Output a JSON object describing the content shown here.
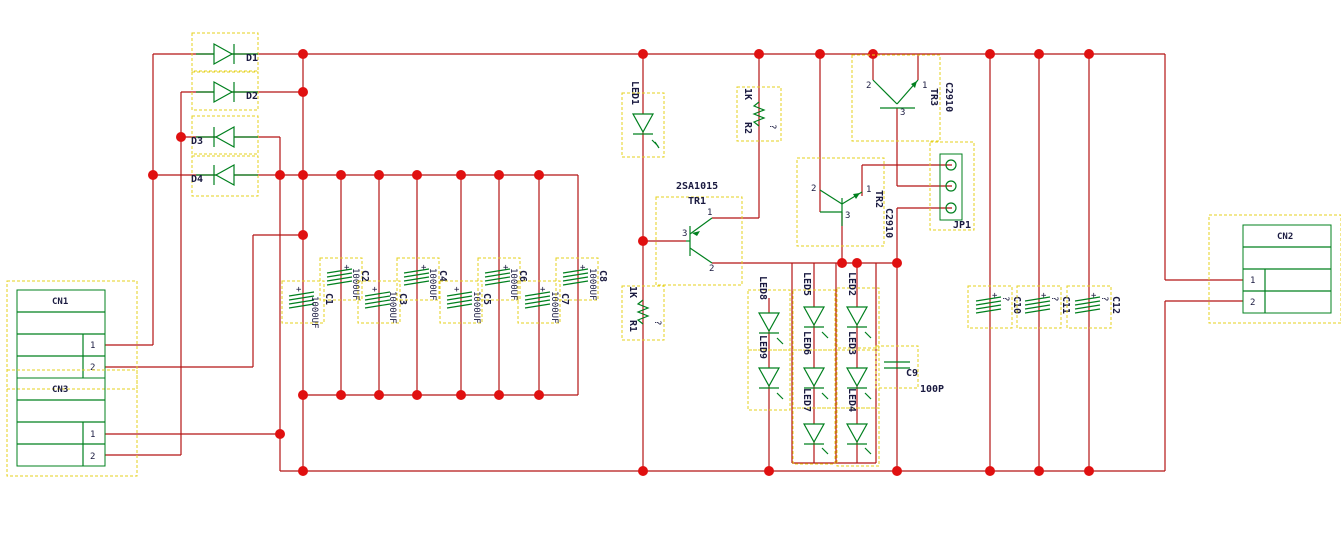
{
  "connectors": {
    "cn1": {
      "label": "CN1",
      "pins": [
        "1",
        "2"
      ]
    },
    "cn3": {
      "label": "CN3",
      "pins": [
        "1",
        "2"
      ]
    },
    "cn2": {
      "label": "CN2",
      "pins": [
        "1",
        "2"
      ]
    },
    "jp1": {
      "label": "JP1"
    }
  },
  "diodes": [
    "D1",
    "D2",
    "D3",
    "D4"
  ],
  "capacitors": [
    {
      "ref": "C1",
      "value": "1000UF"
    },
    {
      "ref": "C2",
      "value": "1000UF"
    },
    {
      "ref": "C3",
      "value": "1000UF"
    },
    {
      "ref": "C4",
      "value": "1000UF"
    },
    {
      "ref": "C5",
      "value": "1000UF"
    },
    {
      "ref": "C6",
      "value": "1000UF"
    },
    {
      "ref": "C7",
      "value": "1000UF"
    },
    {
      "ref": "C8",
      "value": "1000UF"
    }
  ],
  "output_caps": [
    {
      "ref": "C10",
      "value": "?"
    },
    {
      "ref": "C11",
      "value": "?"
    },
    {
      "ref": "C12",
      "value": "?"
    }
  ],
  "c9": {
    "ref": "C9",
    "value": "100P"
  },
  "resistors": {
    "r1": {
      "ref": "R1",
      "value": "1K",
      "extra": "?"
    },
    "r2": {
      "ref": "R2",
      "value": "1K",
      "extra": "?"
    }
  },
  "transistors": {
    "tr1": {
      "ref": "TR1",
      "part": "2SA1015",
      "pins": [
        "1",
        "2",
        "3"
      ]
    },
    "tr2": {
      "ref": "TR2",
      "part": "C2910",
      "pins": [
        "1",
        "2",
        "3"
      ]
    },
    "tr3": {
      "ref": "TR3",
      "part": "C2910",
      "pins": [
        "1",
        "2",
        "3"
      ]
    }
  },
  "leds": [
    "LED1",
    "LED2",
    "LED3",
    "LED4",
    "LED5",
    "LED6",
    "LED7",
    "LED8",
    "LED9"
  ],
  "colors": {
    "wire": "#b41414",
    "component": "#00801e",
    "outline": "#e6d21e",
    "junction": "#e01010",
    "text": "#1a1a40"
  }
}
